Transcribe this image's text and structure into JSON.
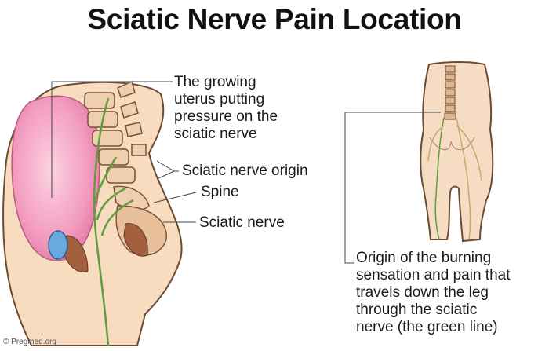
{
  "title": "Sciatic Nerve Pain Location",
  "labels": {
    "uterus": [
      "The growing",
      "uterus  putting",
      "pressure on the",
      "sciatic nerve"
    ],
    "origin": "Sciatic nerve origin",
    "spine": "Spine",
    "nerve": "Sciatic nerve",
    "pain": [
      "Origin of the burning",
      "sensation and pain that",
      "travels down the leg",
      "through the sciatic",
      "nerve (the green line)"
    ]
  },
  "credit": "© Pregmed.org",
  "colors": {
    "skin": "#f6d8b8",
    "skin_outline": "#6b4a32",
    "uterus": "#f28fb6",
    "bone": "#e9c7a6",
    "nerve": "#5f9e3f",
    "muscle": "#9b5a3c",
    "bladder": "#6aa9e0"
  }
}
